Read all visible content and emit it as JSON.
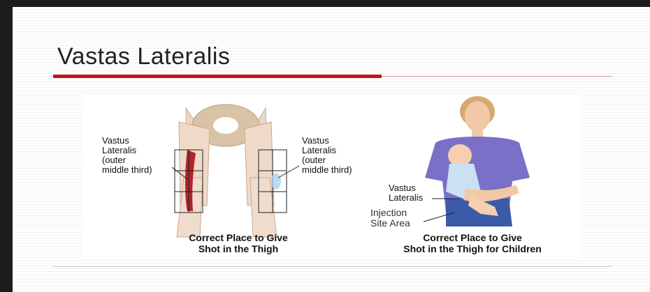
{
  "slide": {
    "title": "Vastas Lateralis"
  },
  "figure_left": {
    "label_left": "Vastus\nLateralis\n(outer\nmiddle third)",
    "label_right": "Vastus\nLateralis\n(outer\nmiddle third)",
    "caption": "Correct Place to Give\nShot in the Thigh"
  },
  "figure_right": {
    "label_vastus": "Vastus\nLateralis",
    "label_injection": "Injection\nSite Area",
    "caption": "Correct Place to Give\nShot in the Thigh for Children"
  },
  "colors": {
    "accent_red": "#c4161c",
    "muscle": "#b2242a",
    "shirt": "#7a70c8",
    "jeans": "#3b5aa8"
  }
}
